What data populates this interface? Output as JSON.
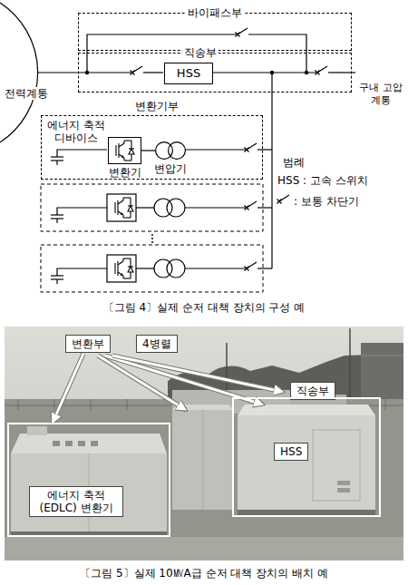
{
  "diagram": {
    "nodes": [
      {
        "text": [
          "바이패스부"
        ]
      },
      {
        "text": [
          "직송부"
        ]
      },
      {
        "text": [
          "HSS"
        ],
        "in": 1
      },
      {
        "text": [
          "변환기부",
          "에너지 축적 디바이스"
        ]
      },
      {
        "text": [
          "변환기"
        ],
        "in": 3
      },
      {
        "text": [
          "변압기"
        ],
        "in": 3
      },
      {
        "text": [
          "변환부"
        ]
      },
      {
        "text": [
          "4병렬"
        ]
      },
      {
        "text": [
          "직송부"
        ]
      },
      {
        "text": [
          "에너지 축적 (EDLC) 변환기"
        ]
      },
      {
        "text": [
          "HSS"
        ]
      }
    ],
    "edges": [
      {
        "from": 4,
        "to": 5,
        "arrow": "none"
      },
      {
        "from": 6,
        "to": 9,
        "arrow": "to"
      }
    ],
    "labels": [
      "전력계통",
      "구내 고압 계통",
      "범례",
      "〔그림 4〕실제 순저 대책 장치의 구성 예",
      "〔그림 5〕실제 10㎹A급 순저 대책 장치의 배치 예"
    ],
    "legend": [
      {
        "text": "HSS : 고속 스위치"
      },
      {
        "text": ": 보통 차단기"
      }
    ]
  }
}
